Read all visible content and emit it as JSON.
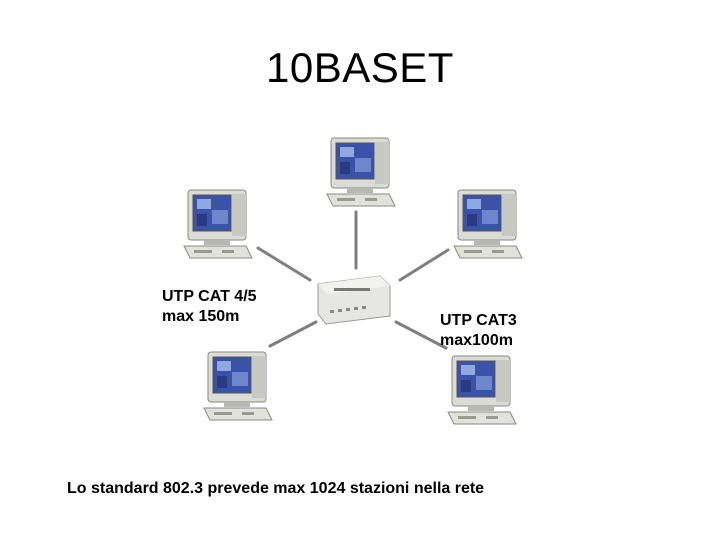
{
  "title": "10BASET",
  "labels": {
    "cat45": {
      "line1": "UTP CAT 4/5",
      "line2": "max 150m"
    },
    "cat3": {
      "line1": "UTP CAT3",
      "line2": "max100m"
    }
  },
  "footer": "Lo standard 802.3 prevede max 1024 stazioni nella rete",
  "nodes": [
    {
      "id": "pc-top",
      "icon": "computer-icon"
    },
    {
      "id": "pc-left",
      "icon": "computer-icon"
    },
    {
      "id": "pc-right",
      "icon": "computer-icon"
    },
    {
      "id": "pc-bottom-left",
      "icon": "computer-icon"
    },
    {
      "id": "pc-bottom-right",
      "icon": "computer-icon"
    },
    {
      "id": "hub",
      "icon": "hub-icon"
    }
  ],
  "colors": {
    "cable": "#7f7f7f",
    "screen": "#3a52a8",
    "case": "#d9d9d4"
  }
}
